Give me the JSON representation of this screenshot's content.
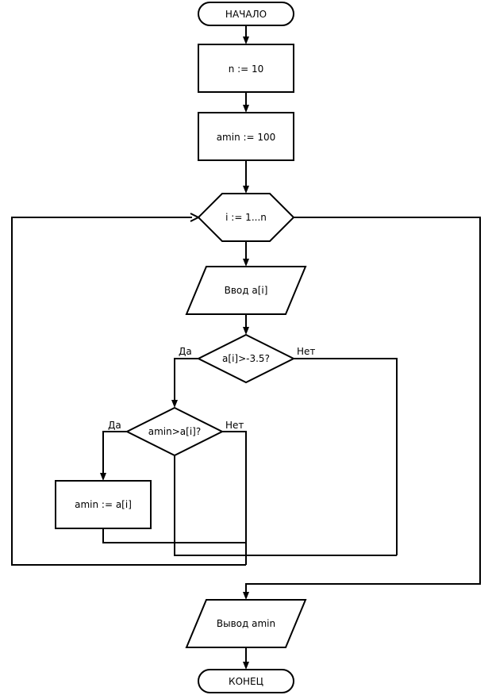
{
  "nodes": {
    "start": "НАЧАЛО",
    "init_n": "n := 10",
    "init_amin": "amin := 100",
    "loop": "i := 1...n",
    "input": "Ввод a[i]",
    "cond1": "a[i]>-3.5?",
    "cond2": "amin>a[i]?",
    "assign": "amin := a[i]",
    "output": "Вывод amin",
    "end": "КОНЕЦ"
  },
  "branch_labels": {
    "cond1_yes": "Да",
    "cond1_no": "Нет",
    "cond2_yes": "Да",
    "cond2_no": "Нет"
  },
  "colors": {
    "stroke": "#000000",
    "fill": "#ffffff",
    "text": "#000000"
  }
}
